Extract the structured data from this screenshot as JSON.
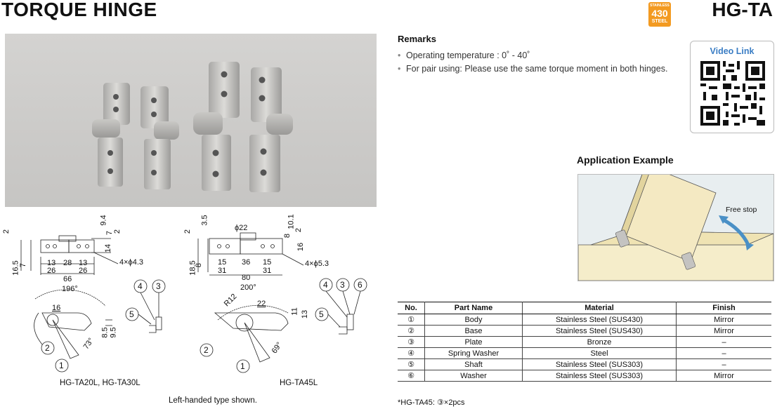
{
  "header": {
    "title": "TORQUE HINGE",
    "model": "HG-TA"
  },
  "badge": {
    "line1": "STAINLESS",
    "line2": "430",
    "line3": "STEEL"
  },
  "remarks": {
    "heading": "Remarks",
    "items": [
      "Operating temperature : 0˚ - 40˚",
      "For pair using: Please use the same torque moment in both hinges."
    ]
  },
  "video": {
    "label": "Video Link"
  },
  "application": {
    "heading": "Application Example",
    "free_stop": "Free stop"
  },
  "drawings": {
    "left": {
      "dims": [
        "2",
        "9.4",
        "7",
        "2",
        "14",
        "16.5",
        "7",
        "13",
        "28",
        "13",
        "26",
        "26",
        "66",
        "4×ϕ4.3",
        "196°",
        "16",
        "73°",
        "8.5",
        "9.5"
      ],
      "caption": "HG-TA20L, HG-TA30L"
    },
    "right": {
      "dims": [
        "2",
        "3.5",
        "ϕ22",
        "10.1",
        "8",
        "2",
        "16",
        "18.5",
        "8",
        "15",
        "36",
        "15",
        "31",
        "31",
        "80",
        "4×ϕ5.3",
        "200°",
        "R12",
        "22",
        "11",
        "13",
        "69°"
      ],
      "caption": "HG-TA45L"
    },
    "note": "Left-handed type shown."
  },
  "parts_table": {
    "headers": [
      "No.",
      "Part Name",
      "Material",
      "Finish"
    ],
    "rows": [
      [
        "①",
        "Body",
        "Stainless Steel (SUS430)",
        "Mirror"
      ],
      [
        "②",
        "Base",
        "Stainless Steel (SUS430)",
        "Mirror"
      ],
      [
        "③",
        "Plate",
        "Bronze",
        "–"
      ],
      [
        "④",
        "Spring Washer",
        "Steel",
        "–"
      ],
      [
        "⑤",
        "Shaft",
        "Stainless Steel (SUS303)",
        "–"
      ],
      [
        "⑥",
        "Washer",
        "Stainless Steel (SUS303)",
        "Mirror"
      ]
    ],
    "footnote": "*HG-TA45: ③×2pcs"
  }
}
